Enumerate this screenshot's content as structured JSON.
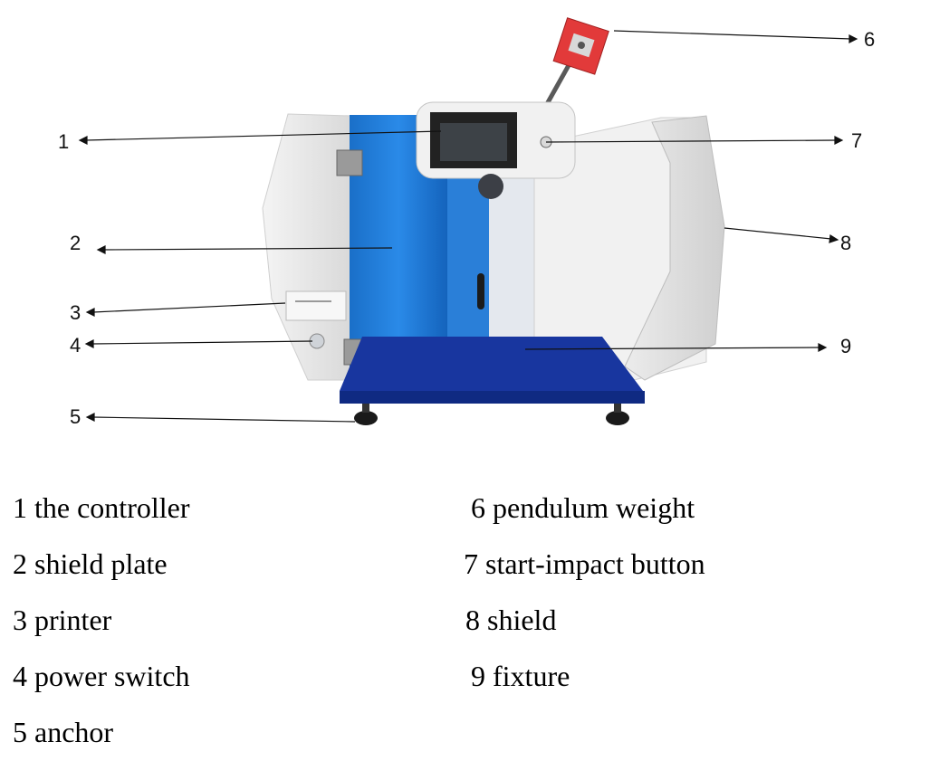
{
  "callouts": [
    {
      "number": "1"
    },
    {
      "number": "2"
    },
    {
      "number": "3"
    },
    {
      "number": "4"
    },
    {
      "number": "5"
    },
    {
      "number": "6"
    },
    {
      "number": "7"
    },
    {
      "number": "8"
    },
    {
      "number": "9"
    }
  ],
  "legend": [
    {
      "text": "1 the controller"
    },
    {
      "text": "2 shield plate"
    },
    {
      "text": "3 printer"
    },
    {
      "text": "4 power switch"
    },
    {
      "text": "5 anchor"
    },
    {
      "text": "6 pendulum weight"
    },
    {
      "text": "7 start-impact button"
    },
    {
      "text": "8 shield"
    },
    {
      "text": "9 fixture"
    }
  ],
  "colors": {
    "shield_plate": "#1f78d1",
    "base": "#16339a",
    "body": "#e8e8e8",
    "pendulum": "#e23a3a"
  }
}
